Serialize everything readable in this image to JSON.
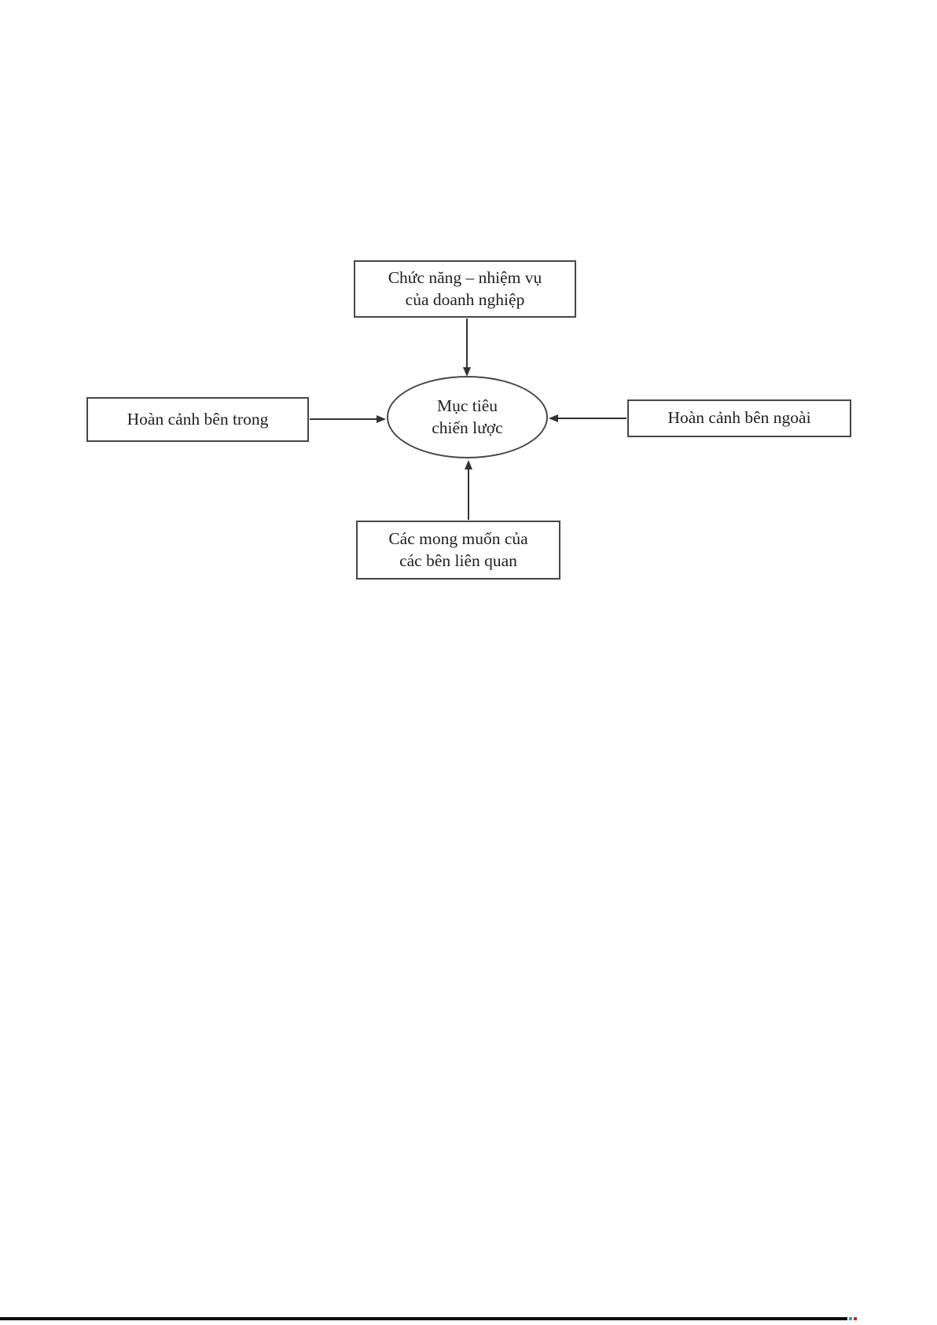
{
  "diagram": {
    "title_hint": "Strategic objective formation diagram",
    "nodes": {
      "top": {
        "line1": "Chức năng – nhiệm vụ",
        "line2": "của doanh nghiệp"
      },
      "left": {
        "label": "Hoàn cảnh bên trong"
      },
      "right": {
        "label": "Hoàn cảnh bên ngoài"
      },
      "bottom": {
        "line1": "Các mong muốn của",
        "line2": "các bên liên quan"
      },
      "center": {
        "line1": "Mục tiêu",
        "line2": "chiến lược"
      }
    },
    "edges": [
      {
        "from": "top",
        "to": "center",
        "direction": "down"
      },
      {
        "from": "left",
        "to": "center",
        "direction": "right"
      },
      {
        "from": "right",
        "to": "center",
        "direction": "left"
      },
      {
        "from": "bottom",
        "to": "center",
        "direction": "up"
      }
    ],
    "colors": {
      "background": "#ffffff",
      "node_border": "#474747",
      "text": "#1f1f1f",
      "arrow": "#333333",
      "page_rule": "#0c0c0c",
      "artifact_cyan": "#00b0c0",
      "artifact_red": "#cc2233"
    }
  }
}
